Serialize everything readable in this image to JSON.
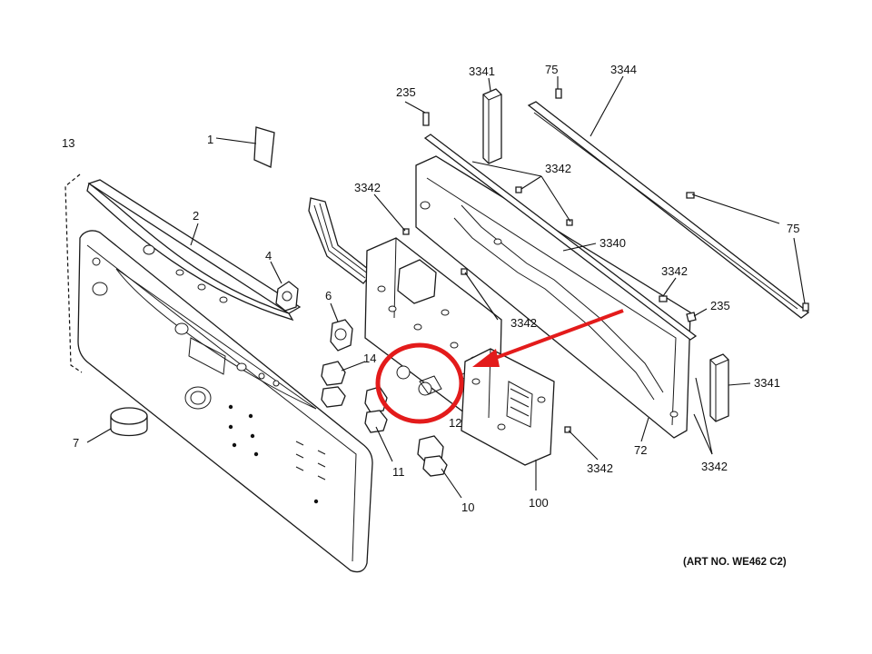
{
  "diagram": {
    "labels": {
      "p1": "1",
      "p2": "2",
      "p4": "4",
      "p6": "6",
      "p7": "7",
      "p10": "10",
      "p11": "11",
      "p12": "12",
      "p13": "13",
      "p14": "14",
      "p72": "72",
      "p75a": "75",
      "p75b": "75",
      "p100": "100",
      "p235a": "235",
      "p235b": "235",
      "p3340": "3340",
      "p3341a": "3341",
      "p3341b": "3341",
      "p3342a": "3342",
      "p3342b": "3342",
      "p3342c": "3342",
      "p3342d": "3342",
      "p3342e": "3342",
      "p3342f": "3342",
      "p3344": "3344"
    },
    "art_number": "(ART NO. WE462 C2)",
    "highlight_color": "#e31b1b",
    "line_color": "#1a1a1a"
  }
}
